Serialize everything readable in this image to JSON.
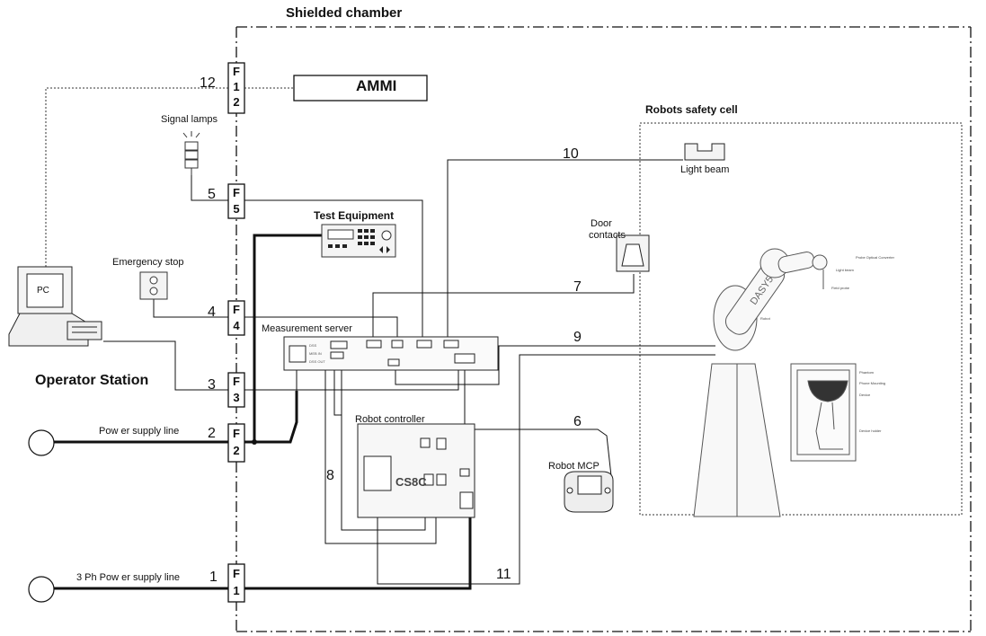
{
  "title": "Shielded chamber",
  "ammi": "AMMI",
  "operator_station": "Operator Station",
  "robots_safety_cell": "Robots safety cell",
  "labels": {
    "signal_lamps": "Signal lamps",
    "emergency_stop": "Emergency stop",
    "pc": "PC",
    "test_equipment": "Test Equipment",
    "measurement_server": "Measurement  server",
    "robot_controller": "Robot  controller",
    "cs8c": "CS8C",
    "robot_mcp": "Robot MCP",
    "door_contacts_1": "Door",
    "door_contacts_2": "contacts",
    "light_beam": "Light beam",
    "power_supply_line": "Pow er supply line",
    "three_ph_power_supply_line": "3 Ph Pow er supply line",
    "dasy5": "DASY5"
  },
  "filters": [
    {
      "letter": "F",
      "num1": "1",
      "num2": "2"
    },
    {
      "letter": "F",
      "num1": "5"
    },
    {
      "letter": "F",
      "num1": "4"
    },
    {
      "letter": "F",
      "num1": "3"
    },
    {
      "letter": "F",
      "num1": "2"
    },
    {
      "letter": "F",
      "num1": "1"
    }
  ],
  "numbers": {
    "n12": "12",
    "n5": "5",
    "n4": "4",
    "n3": "3",
    "n2": "2",
    "n1": "1",
    "n10": "10",
    "n7": "7",
    "n9": "9",
    "n6": "6",
    "n8": "8",
    "n11": "11"
  },
  "colors": {
    "line": "#111111",
    "dotted": "#333333",
    "fill": "#f2f2f2"
  }
}
